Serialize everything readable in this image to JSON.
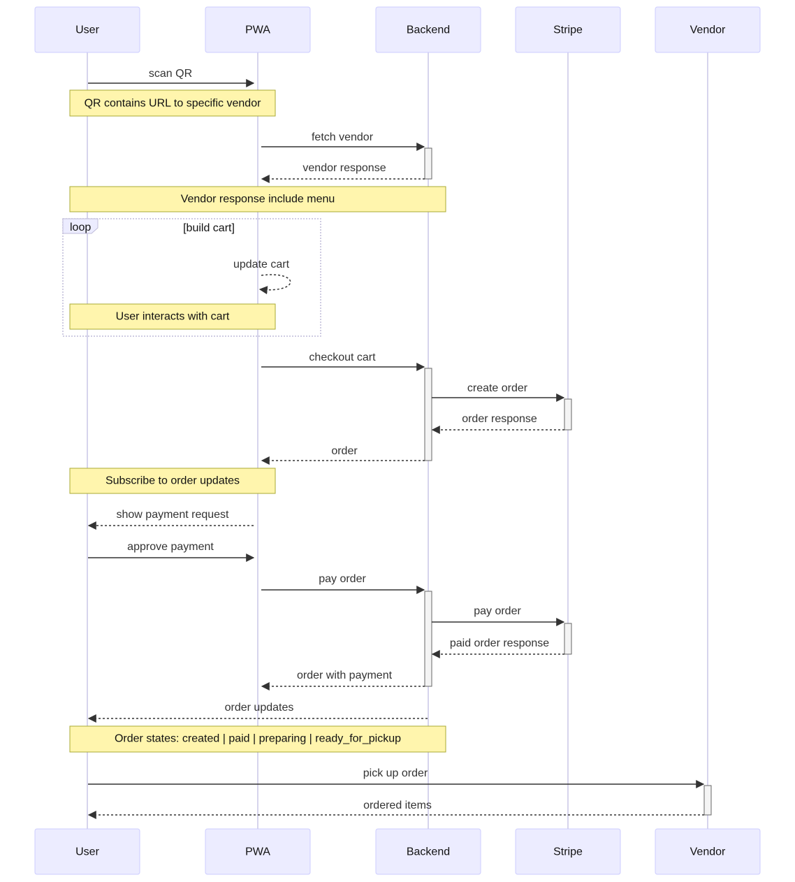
{
  "participants": [
    {
      "id": "user",
      "label": "User"
    },
    {
      "id": "pwa",
      "label": "PWA"
    },
    {
      "id": "backend",
      "label": "Backend"
    },
    {
      "id": "stripe",
      "label": "Stripe"
    },
    {
      "id": "vendor",
      "label": "Vendor"
    }
  ],
  "messages": [
    {
      "from": "user",
      "to": "pwa",
      "label": "scan QR",
      "style": "solid"
    },
    {
      "from": "pwa",
      "to": "backend",
      "label": "fetch vendor",
      "style": "solid"
    },
    {
      "from": "backend",
      "to": "pwa",
      "label": "vendor response",
      "style": "dashed"
    },
    {
      "from": "pwa",
      "to": "pwa",
      "label": "update cart",
      "style": "dashed",
      "self": true
    },
    {
      "from": "pwa",
      "to": "backend",
      "label": "checkout cart",
      "style": "solid"
    },
    {
      "from": "backend",
      "to": "stripe",
      "label": "create order",
      "style": "solid"
    },
    {
      "from": "stripe",
      "to": "backend",
      "label": "order response",
      "style": "dashed"
    },
    {
      "from": "backend",
      "to": "pwa",
      "label": "order",
      "style": "dashed"
    },
    {
      "from": "pwa",
      "to": "user",
      "label": "show payment request",
      "style": "dashed"
    },
    {
      "from": "user",
      "to": "pwa",
      "label": "approve payment",
      "style": "solid"
    },
    {
      "from": "pwa",
      "to": "backend",
      "label": "pay order",
      "style": "solid"
    },
    {
      "from": "backend",
      "to": "stripe",
      "label": "pay order",
      "style": "solid"
    },
    {
      "from": "stripe",
      "to": "backend",
      "label": "paid order response",
      "style": "dashed"
    },
    {
      "from": "backend",
      "to": "pwa",
      "label": "order with payment",
      "style": "dashed"
    },
    {
      "from": "backend",
      "to": "user",
      "label": "order updates",
      "style": "dashed"
    },
    {
      "from": "user",
      "to": "vendor",
      "label": "pick up order",
      "style": "solid"
    },
    {
      "from": "vendor",
      "to": "user",
      "label": "ordered items",
      "style": "dashed"
    }
  ],
  "notes": [
    {
      "text": "QR contains URL to specific vendor",
      "over": [
        "user",
        "pwa"
      ]
    },
    {
      "text": "Vendor response include menu",
      "over": [
        "user",
        "backend"
      ]
    },
    {
      "text": "User interacts with cart",
      "over": [
        "user",
        "pwa"
      ]
    },
    {
      "text": "Subscribe to order updates",
      "over": [
        "user",
        "pwa"
      ]
    },
    {
      "text": "Order states: created | paid | preparing | ready_for_pickup",
      "over": [
        "user",
        "backend"
      ]
    }
  ],
  "loop": {
    "label": "loop",
    "condition": "[build cart]"
  },
  "colors": {
    "actor_fill": "#ECECFF",
    "actor_stroke": "#CCCCFF",
    "note_fill": "#FFF5AD",
    "note_stroke": "#AAAA33",
    "activation_fill": "#F4F4F4",
    "line": "#333333"
  }
}
